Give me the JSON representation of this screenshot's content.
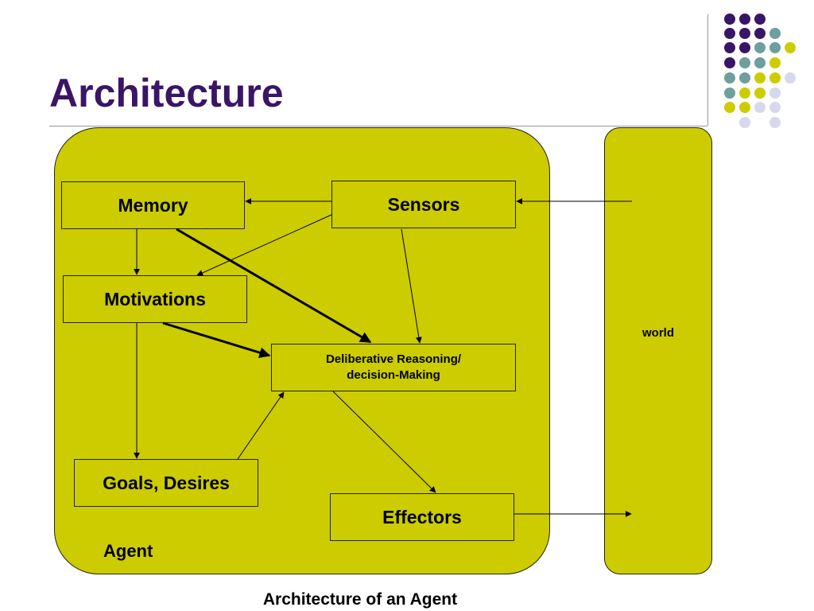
{
  "slide": {
    "title": "Architecture",
    "caption": "Architecture of an Agent"
  },
  "diagram": {
    "agent_label": "Agent",
    "world_label": "world",
    "boxes": {
      "memory": "Memory",
      "sensors": "Sensors",
      "motivations": "Motivations",
      "reasoning_line1": "Deliberative Reasoning/",
      "reasoning_line2": "decision-Making",
      "goals": "Goals, Desires",
      "effectors": "Effectors"
    }
  },
  "colors": {
    "purple": "#3a1566",
    "teal": "#6e9e9e",
    "olive": "#cccc00",
    "lavender": "#d8d8ec"
  }
}
